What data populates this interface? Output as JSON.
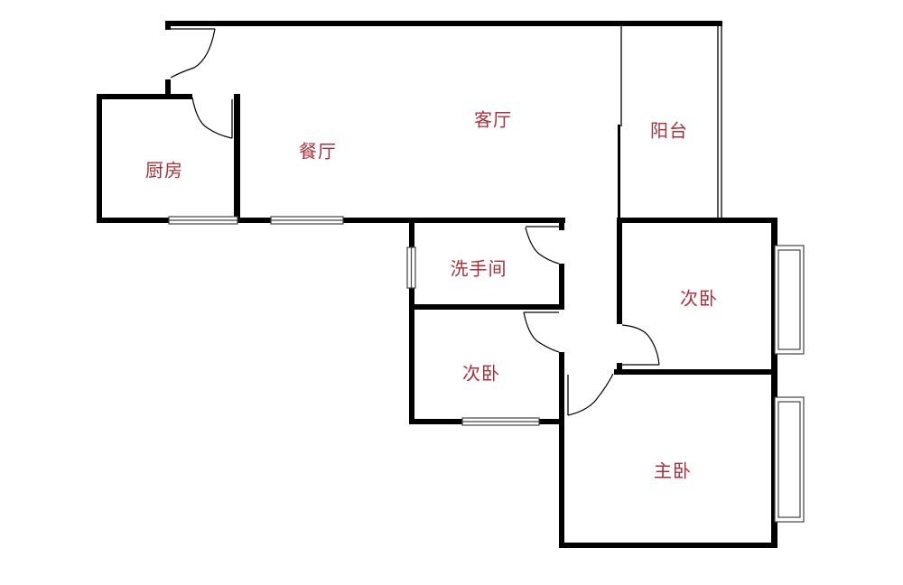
{
  "colors": {
    "wall": "#000000",
    "label": "#a8303c",
    "window": "#ffffff"
  },
  "rooms": {
    "living": "客厅",
    "dining": "餐厅",
    "kitchen": "厨房",
    "balcony": "阳台",
    "bathroom": "洗手间",
    "bedroom_secondary_right": "次卧",
    "bedroom_secondary_left": "次卧",
    "master_bedroom": "主卧"
  }
}
